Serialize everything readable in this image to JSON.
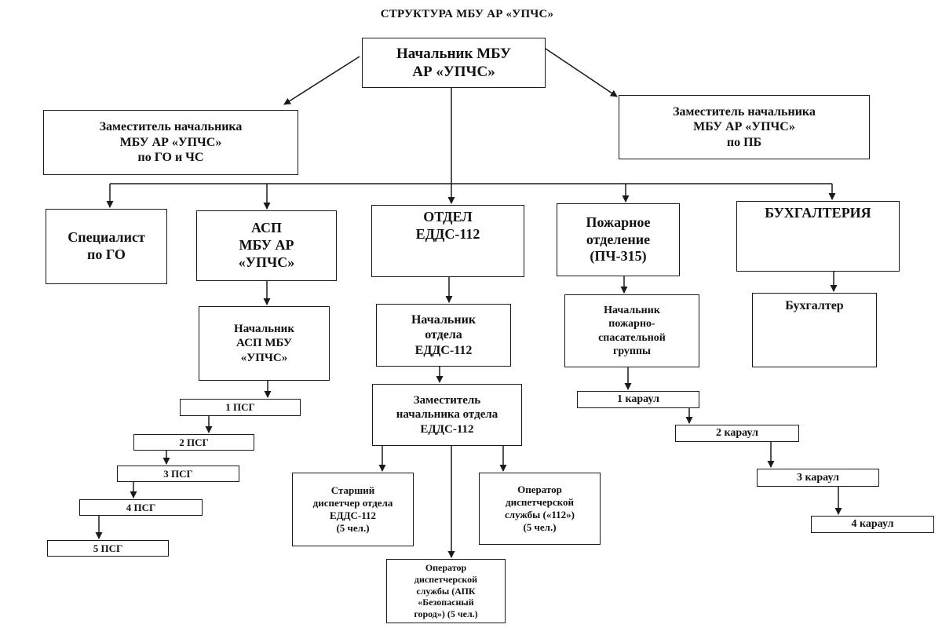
{
  "title": "СТРУКТУРА МБУ АР «УПЧС»",
  "boxes": {
    "head": "Начальник МБУ\nАР «УПЧС»",
    "deputy_go": "Заместитель начальника\nМБУ АР «УПЧС»\nпо ГО и ЧС",
    "deputy_pb": "Заместитель начальника\nМБУ АР «УПЧС»\nпо ПБ",
    "specialist_go": "Специалист\nпо ГО",
    "asp": "АСП\nМБУ АР\n«УПЧС»",
    "edds_dept": "ОТДЕЛ\nЕДДС-112",
    "fire_dept": "Пожарное\nотделение\n(ПЧ-315)",
    "accounting": "БУХГАЛТЕРИЯ",
    "asp_head": "Начальник\nАСП МБУ\n«УПЧС»",
    "edds_head": "Начальник\nотдела\nЕДДС-112",
    "fire_group_head": "Начальник\nпожарно-\nспасательной\nгруппы",
    "accountant": "Бухгалтер",
    "edds_deputy": "Заместитель\nначальника отдела\nЕДДС-112",
    "senior_dispatcher": "Старший\nдиспетчер отдела\nЕДДС-112\n(5 чел.)",
    "operator_112": "Оператор\nдиспетчерской\nслужбы («112»)\n(5 чел.)",
    "operator_apk": "Оператор\nдиспетчерской\nслужбы (АПК\n«Безопасный\nгород»)   (5 чел.)",
    "psg1": "1 ПСГ",
    "psg2": "2 ПСГ",
    "psg3": "3 ПСГ",
    "psg4": "4 ПСГ",
    "psg5": "5 ПСГ",
    "guard1": "1 караул",
    "guard2": "2 караул",
    "guard3": "3 караул",
    "guard4": "4 караул"
  },
  "colors": {
    "ink": "#1a1a1a",
    "paper": "#ffffff"
  }
}
